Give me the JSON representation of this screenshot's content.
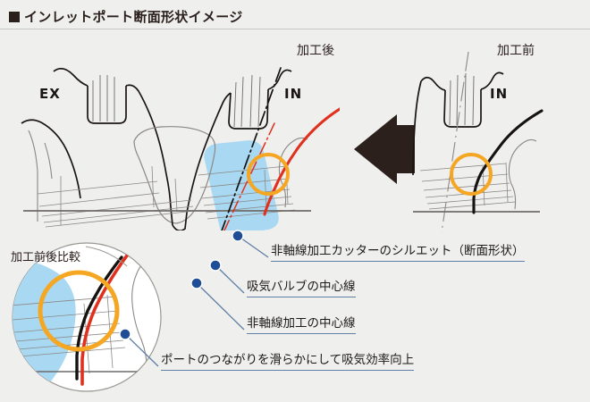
{
  "title": {
    "bullet": "square-bullet",
    "text": "インレットポート断面形状イメージ"
  },
  "panels": {
    "after_label": "加工後",
    "before_label": "加工前",
    "ex_tag": "EX",
    "in_tag_left": "IN",
    "in_tag_right": "IN"
  },
  "inset": {
    "title": "加工前後比較"
  },
  "callouts": [
    {
      "id": "cutter-silhouette",
      "text": "非軸線加工カッターのシルエット（断面形状）"
    },
    {
      "id": "intake-valve-centerline",
      "text": "吸気バルブの中心線"
    },
    {
      "id": "offset-machining-centerline",
      "text": "非軸線加工の中心線"
    },
    {
      "id": "port-benefit",
      "text": "ポートのつながりを滑らかにして吸気効率向上"
    }
  ],
  "colors": {
    "background": "#efefee",
    "ink": "#2b201c",
    "outline": "#1a1512",
    "outline_light": "#9b9894",
    "cutter_blue": "#a9d9f2",
    "highlight_orange": "#f5a623",
    "after_red": "#e0301e",
    "before_black": "#151210",
    "callout_dot": "#1f4e96",
    "leader_line": "#5f7fa5",
    "arrow": "#2b201c",
    "rule": "#c8c6c4"
  }
}
